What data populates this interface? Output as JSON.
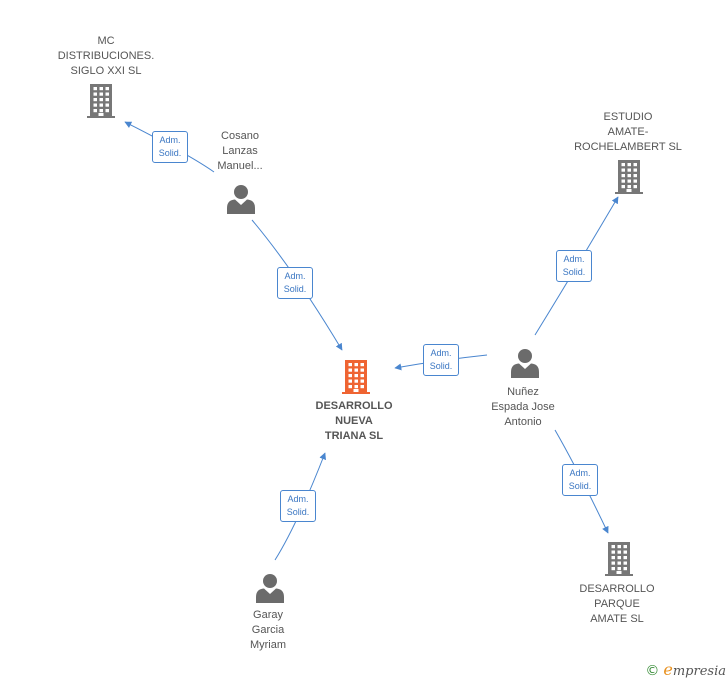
{
  "colors": {
    "edge": "#4a86cf",
    "company": "#777777",
    "company_main": "#ef6432",
    "person": "#6b6b6b"
  },
  "nodes": {
    "mc_distribuciones": {
      "lines": [
        "MC",
        "DISTRIBUCIONES.",
        "SIGLO XXI  SL"
      ],
      "icon": "building-icon"
    },
    "cosano": {
      "lines": [
        "Cosano",
        "Lanzas",
        "Manuel..."
      ],
      "icon": "person-icon"
    },
    "estudio_amate": {
      "lines": [
        "ESTUDIO",
        "AMATE-",
        "ROCHELAMBERT SL"
      ],
      "icon": "building-icon"
    },
    "desarrollo_nueva": {
      "lines": [
        "DESARROLLO",
        "NUEVA",
        "TRIANA  SL"
      ],
      "icon": "building-icon"
    },
    "nunez": {
      "lines": [
        "Nuñez",
        "Espada Jose",
        "Antonio"
      ],
      "icon": "person-icon"
    },
    "desarrollo_parque": {
      "lines": [
        "DESARROLLO",
        "PARQUE",
        "AMATE  SL"
      ],
      "icon": "building-icon"
    },
    "garay": {
      "lines": [
        "Garay",
        "Garcia",
        "Myriam"
      ],
      "icon": "person-icon"
    }
  },
  "edges": [
    {
      "from": "cosano",
      "to": "mc_distribuciones",
      "label": [
        "Adm.",
        "Solid."
      ]
    },
    {
      "from": "cosano",
      "to": "desarrollo_nueva",
      "label": [
        "Adm.",
        "Solid."
      ]
    },
    {
      "from": "nunez",
      "to": "estudio_amate",
      "label": [
        "Adm.",
        "Solid."
      ]
    },
    {
      "from": "nunez",
      "to": "desarrollo_nueva",
      "label": [
        "Adm.",
        "Solid."
      ]
    },
    {
      "from": "nunez",
      "to": "desarrollo_parque",
      "label": [
        "Adm.",
        "Solid."
      ]
    },
    {
      "from": "garay",
      "to": "desarrollo_nueva",
      "label": [
        "Adm.",
        "Solid."
      ]
    }
  ],
  "footer": {
    "copyright_symbol": "©",
    "brand_initial": "e",
    "brand_rest": "mpresia"
  }
}
